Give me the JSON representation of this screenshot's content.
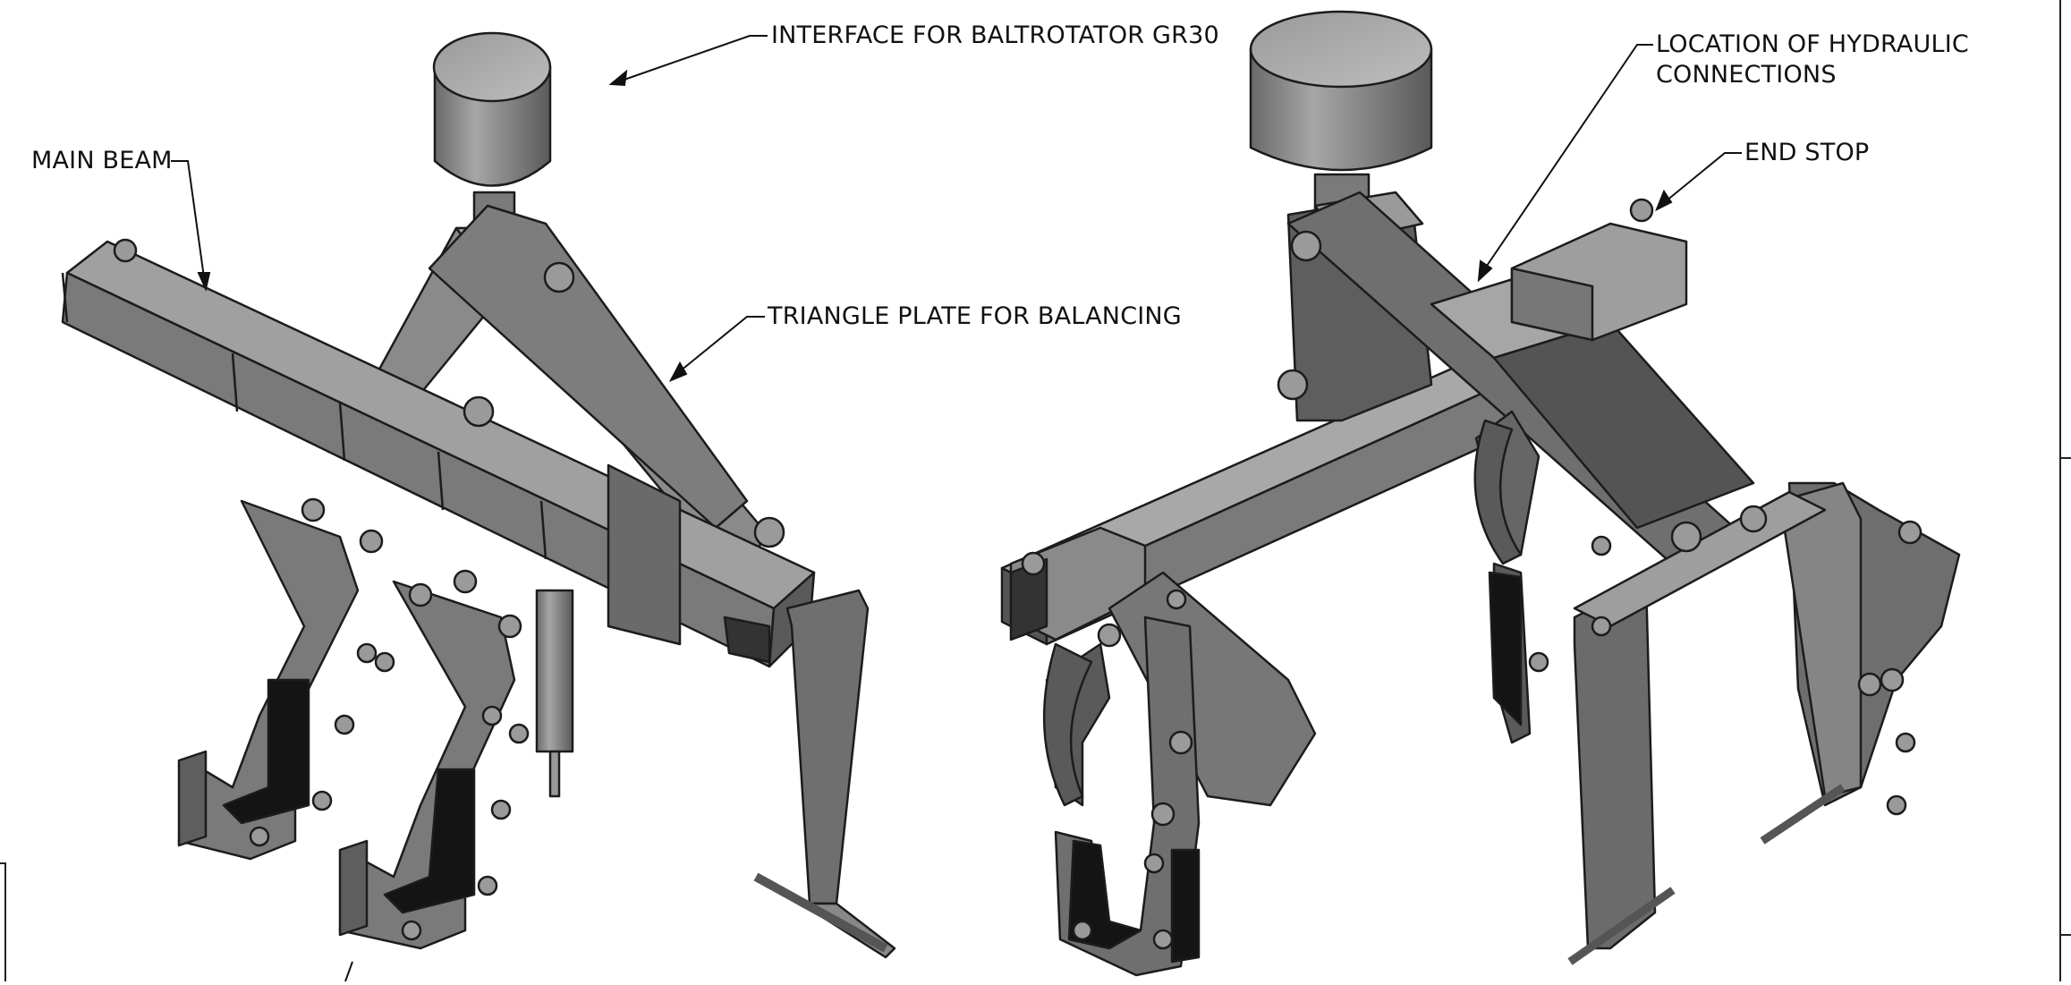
{
  "annotations": {
    "interface": "INTERFACE FOR BALTROTATOR GR30",
    "main_beam": "MAIN BEAM",
    "triangle_plate": "TRIANGLE PLATE FOR BALANCING",
    "hydraulic_line1": "LOCATION OF HYDRAULIC",
    "hydraulic_line2": "CONNECTIONS",
    "end_stop": "END STOP"
  },
  "colors": {
    "metal_light": "#8f8f8f",
    "metal_mid": "#6e6e6e",
    "metal_dark": "#4a4a4a",
    "metal_top": "#a8a8a8",
    "outline": "#1c1c1c",
    "rubber": "#141414"
  }
}
